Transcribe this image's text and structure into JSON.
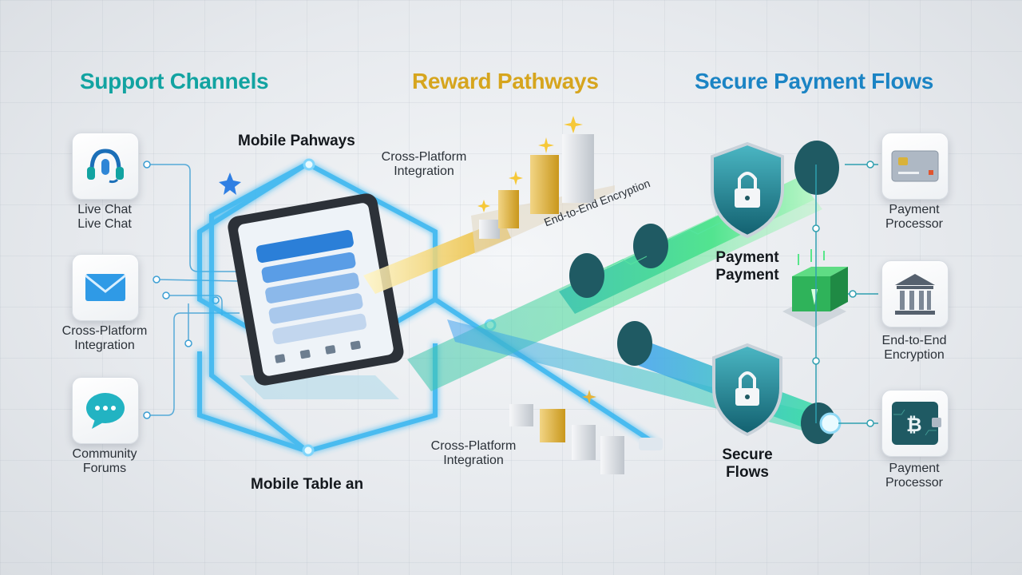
{
  "headings": {
    "support": "Support Channels",
    "reward": "Reward Pathways",
    "secure": "Secure Payment Flows"
  },
  "left_channels": [
    {
      "icon": "headset-icon",
      "line1": "Live Chat",
      "line2": "Live Chat"
    },
    {
      "icon": "envelope-icon",
      "line1": "Cross-Platform",
      "line2": "Integration"
    },
    {
      "icon": "chat-bubble-icon",
      "line1": "Community",
      "line2": "Forums"
    }
  ],
  "center_labels": {
    "mobile_pathways": "Mobile Pahways",
    "cross_platform_top": {
      "line1": "Cross-Platform",
      "line2": "Integration"
    },
    "encryption": "End-to-End Encryption",
    "mobile_table": "Mobile Table an",
    "cross_platform_bottom": {
      "line1": "Cross-Platform",
      "line2": "Integration"
    }
  },
  "security_labels": {
    "payment": {
      "line1": "Payment",
      "line2": "Payment"
    },
    "secure_flows": {
      "line1": "Secure",
      "line2": "Flows"
    }
  },
  "right_nodes": [
    {
      "icon": "credit-card-icon",
      "line1": "Payment",
      "line2": "Processor"
    },
    {
      "icon": "bank-icon",
      "line1": "End-to-End",
      "line2": "Encryption"
    },
    {
      "icon": "bitcoin-wallet-icon",
      "line1": "Payment",
      "line2": "Processor"
    }
  ],
  "colors": {
    "teal": "#12a3a1",
    "gold": "#d6a51e",
    "blue": "#1b84c4",
    "neon_blue": "#38b6f0",
    "neon_green": "#3fe08a"
  }
}
